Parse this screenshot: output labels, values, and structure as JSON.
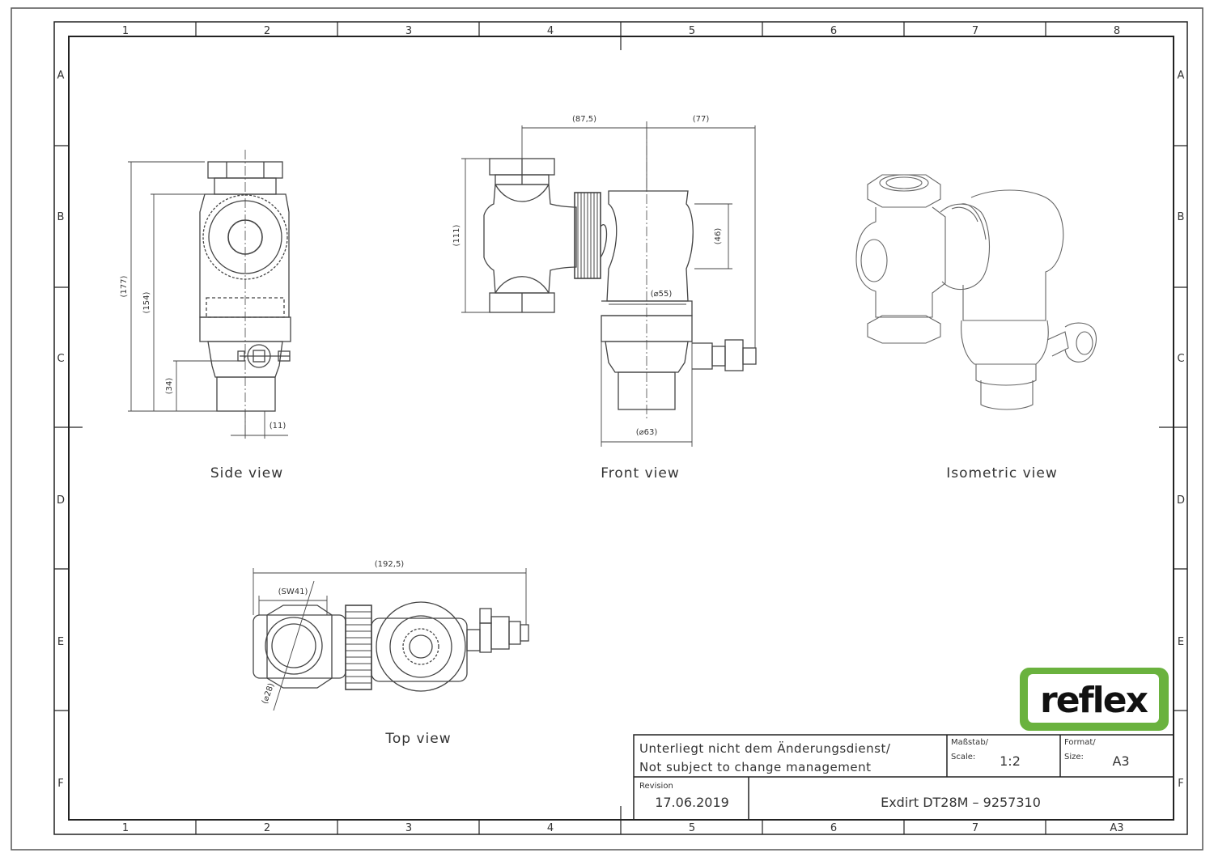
{
  "grid": {
    "columns": [
      "1",
      "2",
      "3",
      "4",
      "5",
      "6",
      "7",
      "8"
    ],
    "bottom_last_column": "A3",
    "rows": [
      "A",
      "B",
      "C",
      "D",
      "E",
      "F"
    ]
  },
  "views": {
    "side": "Side  view",
    "front": "Front  view",
    "isometric": "Isometric  view",
    "top": "Top  view"
  },
  "dimensions": {
    "side_177": "(177)",
    "side_154": "(154)",
    "side_34": "(34)",
    "side_11": "(11)",
    "front_87_5": "(87,5)",
    "front_77": "(77)",
    "front_111": "(111)",
    "front_46": "(46)",
    "front_d55": "(⌀55)",
    "front_d63": "(⌀63)",
    "top_192_5": "(192,5)",
    "top_sw41": "(SW41)",
    "top_d28": "(⌀28)"
  },
  "title_block": {
    "note_line1": "Unterliegt  nicht  dem  Änderungsdienst/",
    "note_line2": "Not  subject  to  change  management",
    "scale_label_1": "Maßstab/",
    "scale_label_2": "Scale:",
    "scale_value": "1:2",
    "format_label_1": "Format/",
    "format_label_2": "Size:",
    "format_value": "A3",
    "revision_label": "Revision",
    "revision_value": "17.06.2019",
    "product": "Exdirt  DT28M  –  9257310"
  },
  "logo": {
    "text": "reflex",
    "color": "#6ab23e"
  }
}
